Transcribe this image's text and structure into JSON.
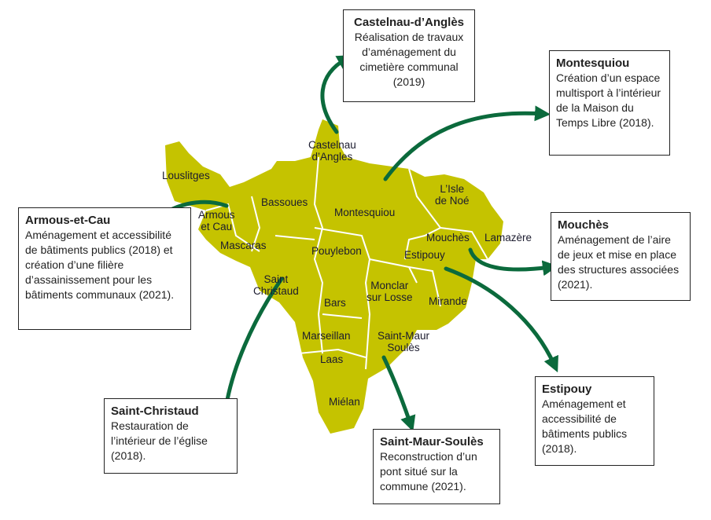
{
  "colors": {
    "land": "#c5c300",
    "arrow": "#0b6a3c",
    "border": "#ffffff"
  },
  "communes": [
    "Castelnau\nd’Angles",
    "Louslitges",
    "Armous\net Cau",
    "Bassoues",
    "Mascaras",
    "Montesquiou",
    "L’Isle\nde Noé",
    "Mouchès",
    "Lamazère",
    "Pouylebon",
    "Estipouy",
    "Saint\nChristaud",
    "Monclar\nsur Losse",
    "Bars",
    "Mirande",
    "Marseillan",
    "Saint-Maur\nSoulès",
    "Laas",
    "Miélan"
  ],
  "boxes": [
    {
      "title": "Castelnau-d’Anglès",
      "text": "Réalisation de travaux d’aménagement du cimetière communal (2019)"
    },
    {
      "title": "Montesquiou",
      "text": "Création d’un espace multisport à l’intérieur de la Maison du Temps Libre (2018)."
    },
    {
      "title": "Armous-et-Cau",
      "text": "Aménagement et accessibilité de bâtiments publics (2018) et création d’une filière d’assainissement pour les bâtiments communaux (2021)."
    },
    {
      "title": "Mouchès",
      "text": "Aménagement de l’aire de jeux et mise en place des structures associées (2021)."
    },
    {
      "title": "Estipouy",
      "text": "Aménagement et accessibilité de bâtiments publics (2018)."
    },
    {
      "title": "Saint-Christaud",
      "text": "Restauration de l’intérieur de l’église (2018)."
    },
    {
      "title": "Saint-Maur-Soulès",
      "text": "Reconstruction d’un pont situé sur la commune (2021)."
    }
  ]
}
